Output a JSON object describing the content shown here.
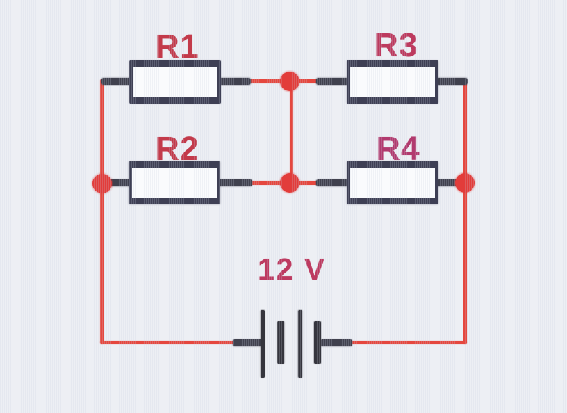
{
  "labels": {
    "r1": "R1",
    "r2": "R2",
    "r3": "R3",
    "r4": "R4"
  },
  "battery": {
    "voltage_label": "12 V"
  },
  "colors": {
    "bg": "#edeff4",
    "wire": "#e5473e",
    "dot": "#e23c3a",
    "lead": "#40414e",
    "component": "#3e3f54",
    "plate": "#35353d",
    "label-r1": "#c33a4a",
    "label-r2": "#c33a4a",
    "label-r3": "#bd3a5e",
    "label-r4": "#b23a6e",
    "label-battery": "#bd3a60"
  }
}
